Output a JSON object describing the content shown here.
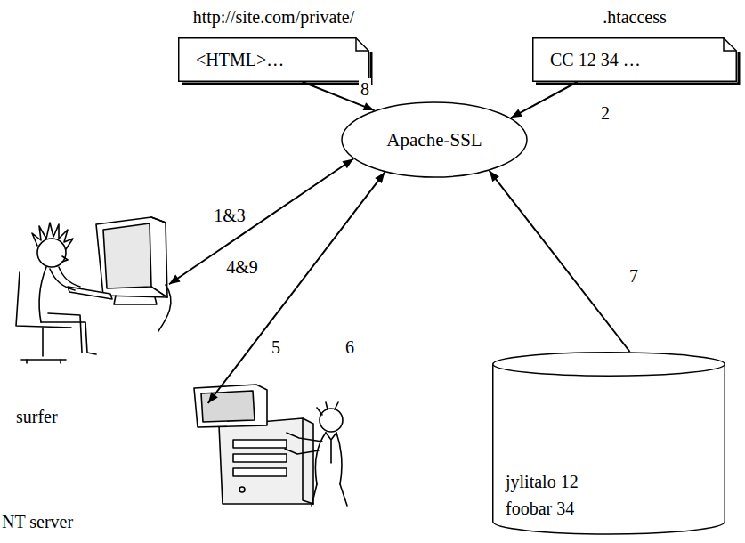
{
  "diagram": {
    "nodes": [
      {
        "text": [
          "http://site.com/private/",
          "<HTML>…"
        ]
      },
      {
        "text": [
          ".htaccess",
          "CC 12 34 …"
        ]
      },
      {
        "text": [
          "Apache-SSL"
        ]
      },
      {
        "text": [
          "surfer"
        ]
      },
      {
        "text": [
          "jylitalo 12",
          "foobar 34"
        ]
      },
      {
        "text": [
          "NT server"
        ]
      }
    ],
    "edges": [
      {
        "from": 3,
        "to": 2,
        "arrow": "both",
        "label": "1&3"
      },
      {
        "from": 1,
        "to": 2,
        "arrow": "to",
        "label": "2"
      },
      {
        "from": 2,
        "to": 5,
        "arrow": "both",
        "label": "5"
      },
      {
        "from": 4,
        "to": 2,
        "arrow": "to",
        "label": "7"
      },
      {
        "from": 0,
        "to": 2,
        "arrow": "to",
        "label": "8"
      }
    ],
    "labels": [
      "4&9",
      "6"
    ]
  }
}
